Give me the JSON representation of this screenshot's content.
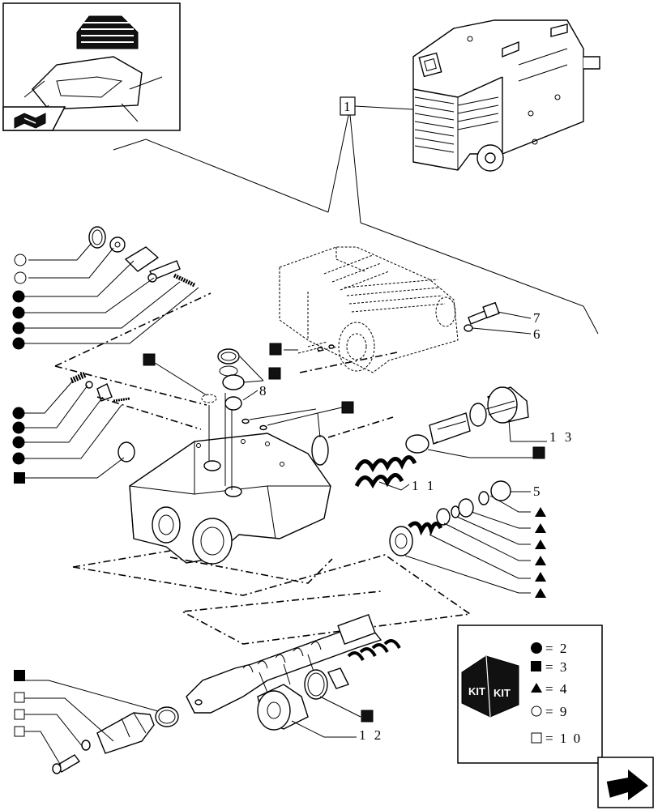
{
  "callouts": {
    "c1": "1",
    "c5": "5",
    "c6": "6",
    "c7": "7",
    "c8": "8",
    "c11": "1 1",
    "c12": "1 2",
    "c13": "1 3"
  },
  "legend": {
    "kit_label": "KIT",
    "rows": [
      {
        "symbol": "filled-circle",
        "text": "= 2"
      },
      {
        "symbol": "filled-square",
        "text": "= 3"
      },
      {
        "symbol": "filled-triangle",
        "text": "= 4"
      },
      {
        "symbol": "open-circle",
        "text": "= 9"
      },
      {
        "symbol": "open-square",
        "text": "= 1 0"
      }
    ]
  },
  "icons": {
    "thumbnail": "tractor-thumbnail-icon",
    "thumb_nav": "book-arrow-icon",
    "nav": "next-page-arrow-icon"
  }
}
